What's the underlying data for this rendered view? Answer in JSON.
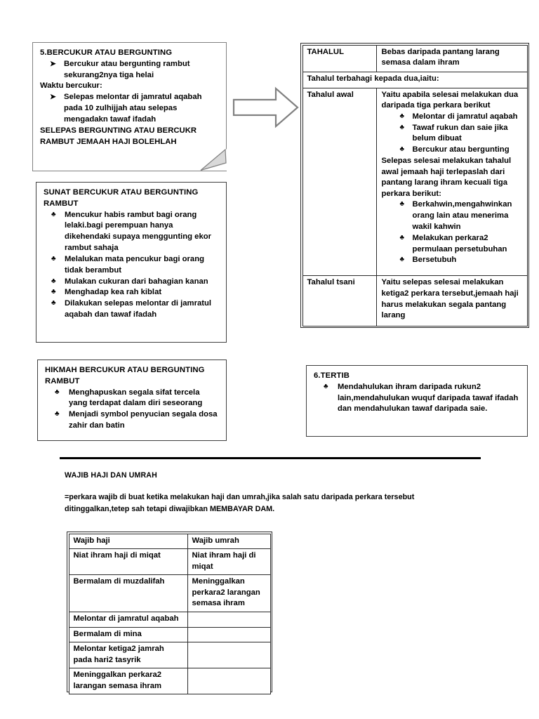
{
  "document": {
    "title": "Bercukur atau Bergunting / Tahalul / Wajib Haji dan Umrah"
  },
  "shaving_box": {
    "heading": "5.BERCUKUR ATAU BERGUNTING",
    "bullets_1": [
      "Bercukur atau bergunting rambut sekurang2nya tiga helai"
    ],
    "subheading": "Waktu bercukur:",
    "bullets_2": [
      "Selepas melontar di jamratul aqabah pada 10 zulhijjah atau selepas mengadakn tawaf ifadah"
    ],
    "footer_line_1": "SELEPAS BERGUNTING ATAU BERCUKR",
    "footer_line_2": "RAMBUT JEMAAH HAJI BOLEHLAH",
    "bullet_glyph": "➤"
  },
  "arrow": {
    "name": "right-arrow",
    "stroke_color": "#808080",
    "fill_color": "#ffffff"
  },
  "tahalul_table": {
    "rows": [
      {
        "label": "TAHALUL",
        "text": "Bebas daripada pantang larang semasa dalam ihram",
        "bullets": [],
        "text_after": "",
        "bullets_after": []
      },
      {
        "span_text": "Tahalul terbahagi kepada dua,iaitu:"
      },
      {
        "label": "Tahalul awal",
        "text": "Yaitu apabila selesai melakukan dua daripada tiga perkara berikut",
        "bullets": [
          "Melontar di jamratul aqabah",
          "Tawaf rukun dan saie jika belum dibuat",
          "Bercukur atau bergunting"
        ],
        "text_after": "Selepas selesai melakukan tahalul awal jemaah haji terlepaslah dari pantang larang ihram kecuali tiga perkara berikut:",
        "bullets_after": [
          "Berkahwin,mengahwinkan orang lain atau menerima wakil kahwin",
          "Melakukan perkara2 permulaan persetubuhan",
          "Bersetubuh"
        ]
      },
      {
        "label": "Tahalul tsani",
        "text": "Yaitu selepas selesai melakukan ketiga2 perkara tersebut,jemaah haji harus melakukan segala pantang larang",
        "bullets": [],
        "text_after": "",
        "bullets_after": []
      }
    ],
    "bullet_glyph": "♣"
  },
  "sunat_box": {
    "heading_line_1": "SUNAT BERCUKUR ATAU BERGUNTING",
    "heading_line_2": "RAMBUT",
    "bullets": [
      "Mencukur habis rambut bagi orang lelaki.bagi perempuan hanya dikehendaki supaya menggunting ekor rambut sahaja",
      "Melalukan mata pencukur bagi orang tidak berambut",
      "Mulakan cukuran dari bahagian kanan",
      "Menghadap kea rah kiblat",
      "Dilakukan selepas melontar di jamratul aqabah dan tawaf ifadah"
    ],
    "bullet_glyph": "♣"
  },
  "hikmah_box": {
    "heading_line_1": "HIKMAH BERCUKUR ATAU BERGUNTING",
    "heading_line_2": "RAMBUT",
    "bullets": [
      "Menghapuskan segala sifat tercela yang terdapat dalam diri seseorang",
      "Menjadi symbol penyucian segala dosa zahir dan batin"
    ],
    "bullet_glyph": "♣"
  },
  "tertib_box": {
    "heading": "6.TERTIB",
    "bullets": [
      "Mendahulukan ihram daripada rukun2 lain,mendahulukan wuquf daripada tawaf ifadah dan mendahulukan tawaf daripada saie."
    ],
    "bullet_glyph": "♣"
  },
  "wajib_section": {
    "title": "WAJIB HAJI DAN UMRAH",
    "paragraph_line_1": "=perkara wajib di buat ketika melakukan haji dan umrah,jika salah satu daripada perkara tersebut",
    "paragraph_line_2": "ditinggalkan,tetep sah tetapi diwajibkan MEMBAYAR DAM."
  },
  "wajib_table": {
    "headers": [
      "Wajib haji",
      "Wajib umrah"
    ],
    "rows": [
      [
        "Niat ihram haji di miqat",
        "Niat ihram haji di miqat"
      ],
      [
        "Bermalam di muzdalifah",
        "Meninggalkan perkara2 larangan semasa ihram"
      ],
      [
        "Melontar di jamratul aqabah",
        ""
      ],
      [
        "Bermalam di mina",
        ""
      ],
      [
        "Melontar ketiga2 jamrah pada hari2 tasyrik",
        ""
      ],
      [
        "Meninggalkan perkara2 larangan semasa ihram",
        ""
      ]
    ]
  }
}
